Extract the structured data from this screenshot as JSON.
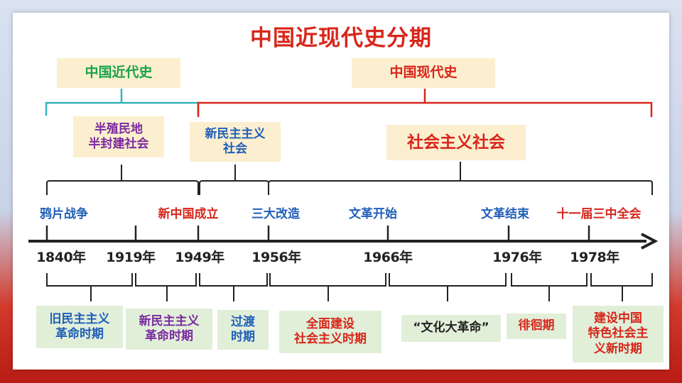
{
  "title": "中国近现代史分期",
  "eras": {
    "modern_label": "中国近代史",
    "contemporary_label": "中国现代史"
  },
  "societies": {
    "semi_colonial": "半殖民地\n半封建社会",
    "new_democratic": "新民主主义\n社会",
    "socialist": "社会主义社会"
  },
  "events": [
    {
      "label": "鸦片战争",
      "color": "#1f5fb8"
    },
    {
      "label": "新中国成立",
      "color": "#d7261b"
    },
    {
      "label": "三大改造",
      "color": "#1f5fb8"
    },
    {
      "label": "文革开始",
      "color": "#1f5fb8"
    },
    {
      "label": "文革结束",
      "color": "#1f5fb8"
    },
    {
      "label": "十一届三中全会",
      "color": "#d7261b"
    }
  ],
  "years": [
    "1840年",
    "1919年",
    "1949年",
    "1956年",
    "1966年",
    "1976年",
    "1978年"
  ],
  "periods": [
    {
      "label": "旧民主主义\n革命时期",
      "color": "#1f5fb8"
    },
    {
      "label": "新民主主义\n革命时期",
      "color": "#7a2aa0"
    },
    {
      "label": "过渡\n时期",
      "color": "#1f5fb8"
    },
    {
      "label": "全面建设\n社会主义时期",
      "color": "#d7261b"
    },
    {
      "label": "“文化大革命”",
      "color": "#222222"
    },
    {
      "label": "徘徊期",
      "color": "#d7261b"
    },
    {
      "label": "建设中国\n特色社会主\n义新时期",
      "color": "#d7261b"
    }
  ],
  "colors": {
    "accent_red": "#d7261b",
    "modern_green": "#1aa34a",
    "teal": "#35b3b8",
    "purple": "#7a2aa0",
    "blue": "#1f5fb8"
  }
}
